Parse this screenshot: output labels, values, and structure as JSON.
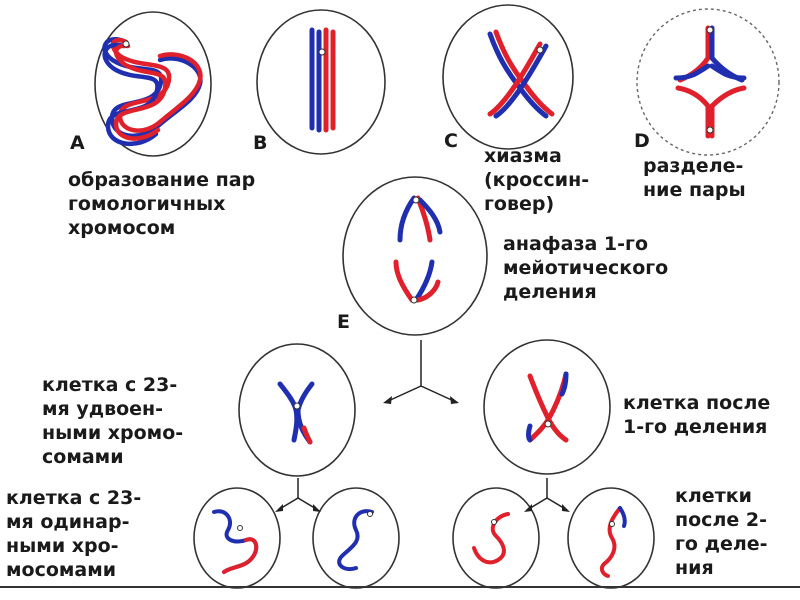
{
  "colors": {
    "maternal": "#e0202a",
    "paternal": "#1f2fb0",
    "outline": "#333333",
    "text": "#1a1a1a"
  },
  "letters": {
    "a": "A",
    "b": "B",
    "c": "C",
    "d": "D",
    "e": "E"
  },
  "labels": {
    "homolog_pairing": "образование пар\nгомологичных\nхромосом",
    "chiasma": "хиазма\n(кроссин-\nговер)",
    "pair_separation": "разделе-\nние пары",
    "anaphase_1": "анафаза 1-го\nмейотического\nделения",
    "cell_23_doubled": "клетка с 23-\nмя удвоен-\nными хромо-\nсомами",
    "cell_after_first": "клетка после\n1-го деления",
    "cell_23_single": "клетка с 23-\nмя одинар-\nными хро-\nмосомами",
    "cells_after_second": "клетки\nпосле 2-\nго деле-\nния"
  }
}
